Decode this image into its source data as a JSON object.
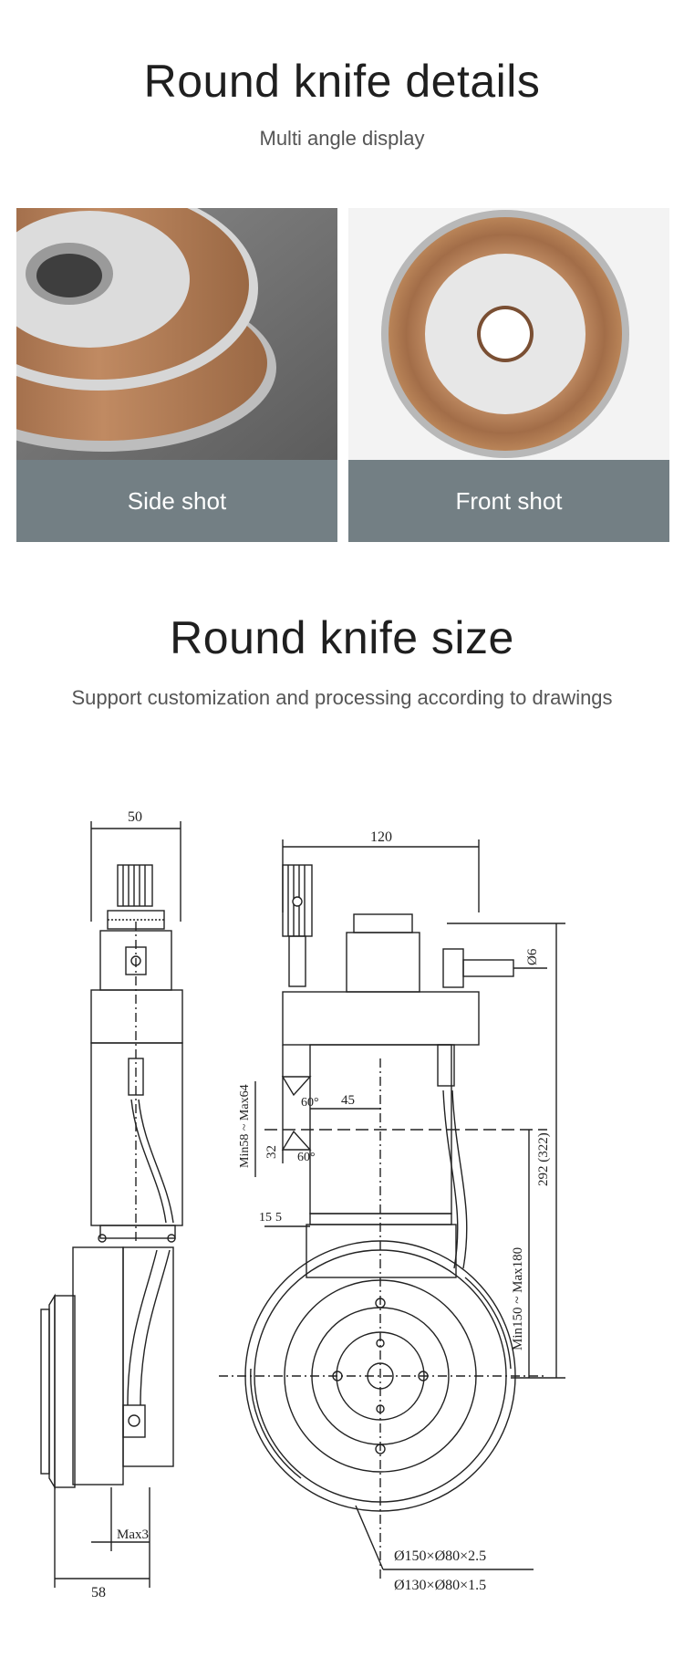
{
  "section1": {
    "title": "Round knife details",
    "subtitle": "Multi angle display",
    "cards": [
      {
        "caption": "Side shot"
      },
      {
        "caption": "Front shot"
      }
    ]
  },
  "section2": {
    "title": "Round knife size",
    "subtitle": "Support customization and processing according to drawings"
  },
  "drawing": {
    "dim_50": "50",
    "dim_120": "120",
    "dim_45": "45",
    "dim_60a": "60°",
    "dim_60b": "60°",
    "dim_32": "32",
    "dim_min58": "Min58 ~ Max64",
    "dim_phi6": "Ø6",
    "dim_292": "292 (322)",
    "dim_min150": "Min150 ~ Max180",
    "dim_15": "15",
    "dim_5": "5",
    "dim_max3": "Max3",
    "dim_58": "58",
    "spec_1": "Ø150×Ø80×2.5",
    "spec_2": "Ø130×Ø80×1.5"
  },
  "colors": {
    "caption_bg": "#737f84",
    "copper": "#b07a52",
    "steel": "#c9c9c9"
  }
}
